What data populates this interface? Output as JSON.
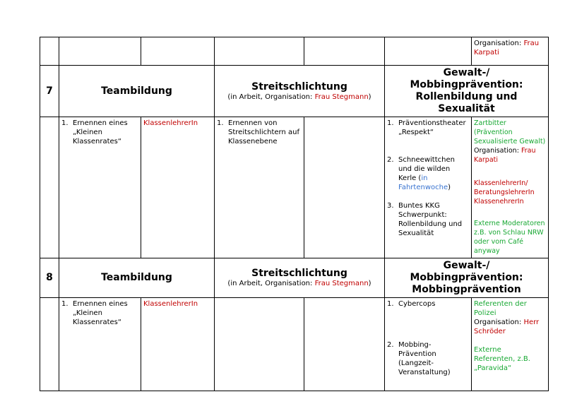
{
  "top_row": {
    "org_label": "Organisation:",
    "org_name_line1": "Frau",
    "org_name_line2": "Karpati"
  },
  "sec7": {
    "number": "7",
    "col1_title": "Teambildung",
    "col2_title": "Streitschlichtung",
    "col2_sub_prefix": "(in Arbeit, Organisation:",
    "col2_sub_name": "Frau Stegmann",
    "col2_sub_suffix": ")",
    "col3_title_line1": "Gewalt-/ Mobbingprävention:",
    "col3_title_line2": "Rollenbildung und Sexualität",
    "team_item_num": "1.",
    "team_item_l1": "Ernennen eines",
    "team_item_l2": "„Kleinen",
    "team_item_l3": "Klassenrates“",
    "team_resp": "KlassenlehrerIn",
    "streit_item_num": "1.",
    "streit_item_l1": "Ernennen von",
    "streit_item_l2": "Streitschlichtern auf",
    "streit_item_l3": "Klassenebene",
    "gew_items": [
      {
        "num": "1.",
        "l1": "Präventionstheater",
        "l2": "„Respekt“"
      },
      {
        "num": "2.",
        "l1": "Schneewittchen",
        "l2": "und die wilden",
        "l3": "Kerle (",
        "l3_blue": "in",
        "l4_blue": "Fahrtenwoche",
        "l4_end": ")"
      },
      {
        "num": "3.",
        "l1": "Buntes KKG",
        "l2": "Schwerpunkt:",
        "l3": "Rollenbildung und",
        "l4": "Sexualität"
      }
    ],
    "resp1_green1": "Zartbitter",
    "resp1_green2": "(Prävention",
    "resp1_green3": "Sexualisierte Gewalt)",
    "resp1_org": "Organisation:",
    "resp1_red1": "Frau",
    "resp1_red2": "Karpati",
    "resp2_red1": "KlassenlehrerIn/",
    "resp2_red2": "BeratungslehrerIn",
    "resp2_red3": "KlassenehrerIn",
    "resp3_green1": "Externe Moderatoren",
    "resp3_green2": "z.B. von Schlau NRW",
    "resp3_green3": "oder vom Café",
    "resp3_green4": "anyway"
  },
  "sec8": {
    "number": "8",
    "col1_title": "Teambildung",
    "col2_title": "Streitschlichtung",
    "col2_sub_prefix": "(in Arbeit, Organisation:",
    "col2_sub_name": "Frau Stegmann",
    "col2_sub_suffix": ")",
    "col3_title_line1": "Gewalt-/ Mobbingprävention:",
    "col3_title_line2": "Mobbingprävention",
    "team_item_num": "1.",
    "team_item_l1": "Ernennen eines",
    "team_item_l2": "„Kleinen",
    "team_item_l3": "Klassenrates“",
    "team_resp": "KlassenlehrerIn",
    "gew_items": [
      {
        "num": "1.",
        "l1": "Cybercops"
      },
      {
        "num": "2.",
        "l1": "Mobbing-",
        "l2": "Prävention",
        "l3": "(Langzeit-",
        "l4": "Veranstaltung)"
      }
    ],
    "resp1_green1": "Referenten der",
    "resp1_green2": "Polizei",
    "resp1_org": "Organisation:",
    "resp1_red1": "Herr",
    "resp1_red2": "Schröder",
    "resp2_green1": "Externe",
    "resp2_green2": "Referenten, z.B.",
    "resp2_green3": "„Paravida“"
  }
}
